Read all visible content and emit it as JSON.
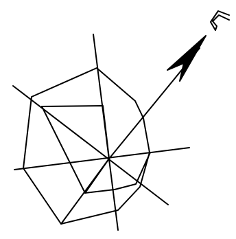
{
  "drawing": {
    "subject": "spider web",
    "stroke_color": "#000000",
    "background_color": "#ffffff",
    "parts": [
      "outer-ring",
      "inner-ring",
      "radial-lines",
      "arrow",
      "hook"
    ]
  }
}
